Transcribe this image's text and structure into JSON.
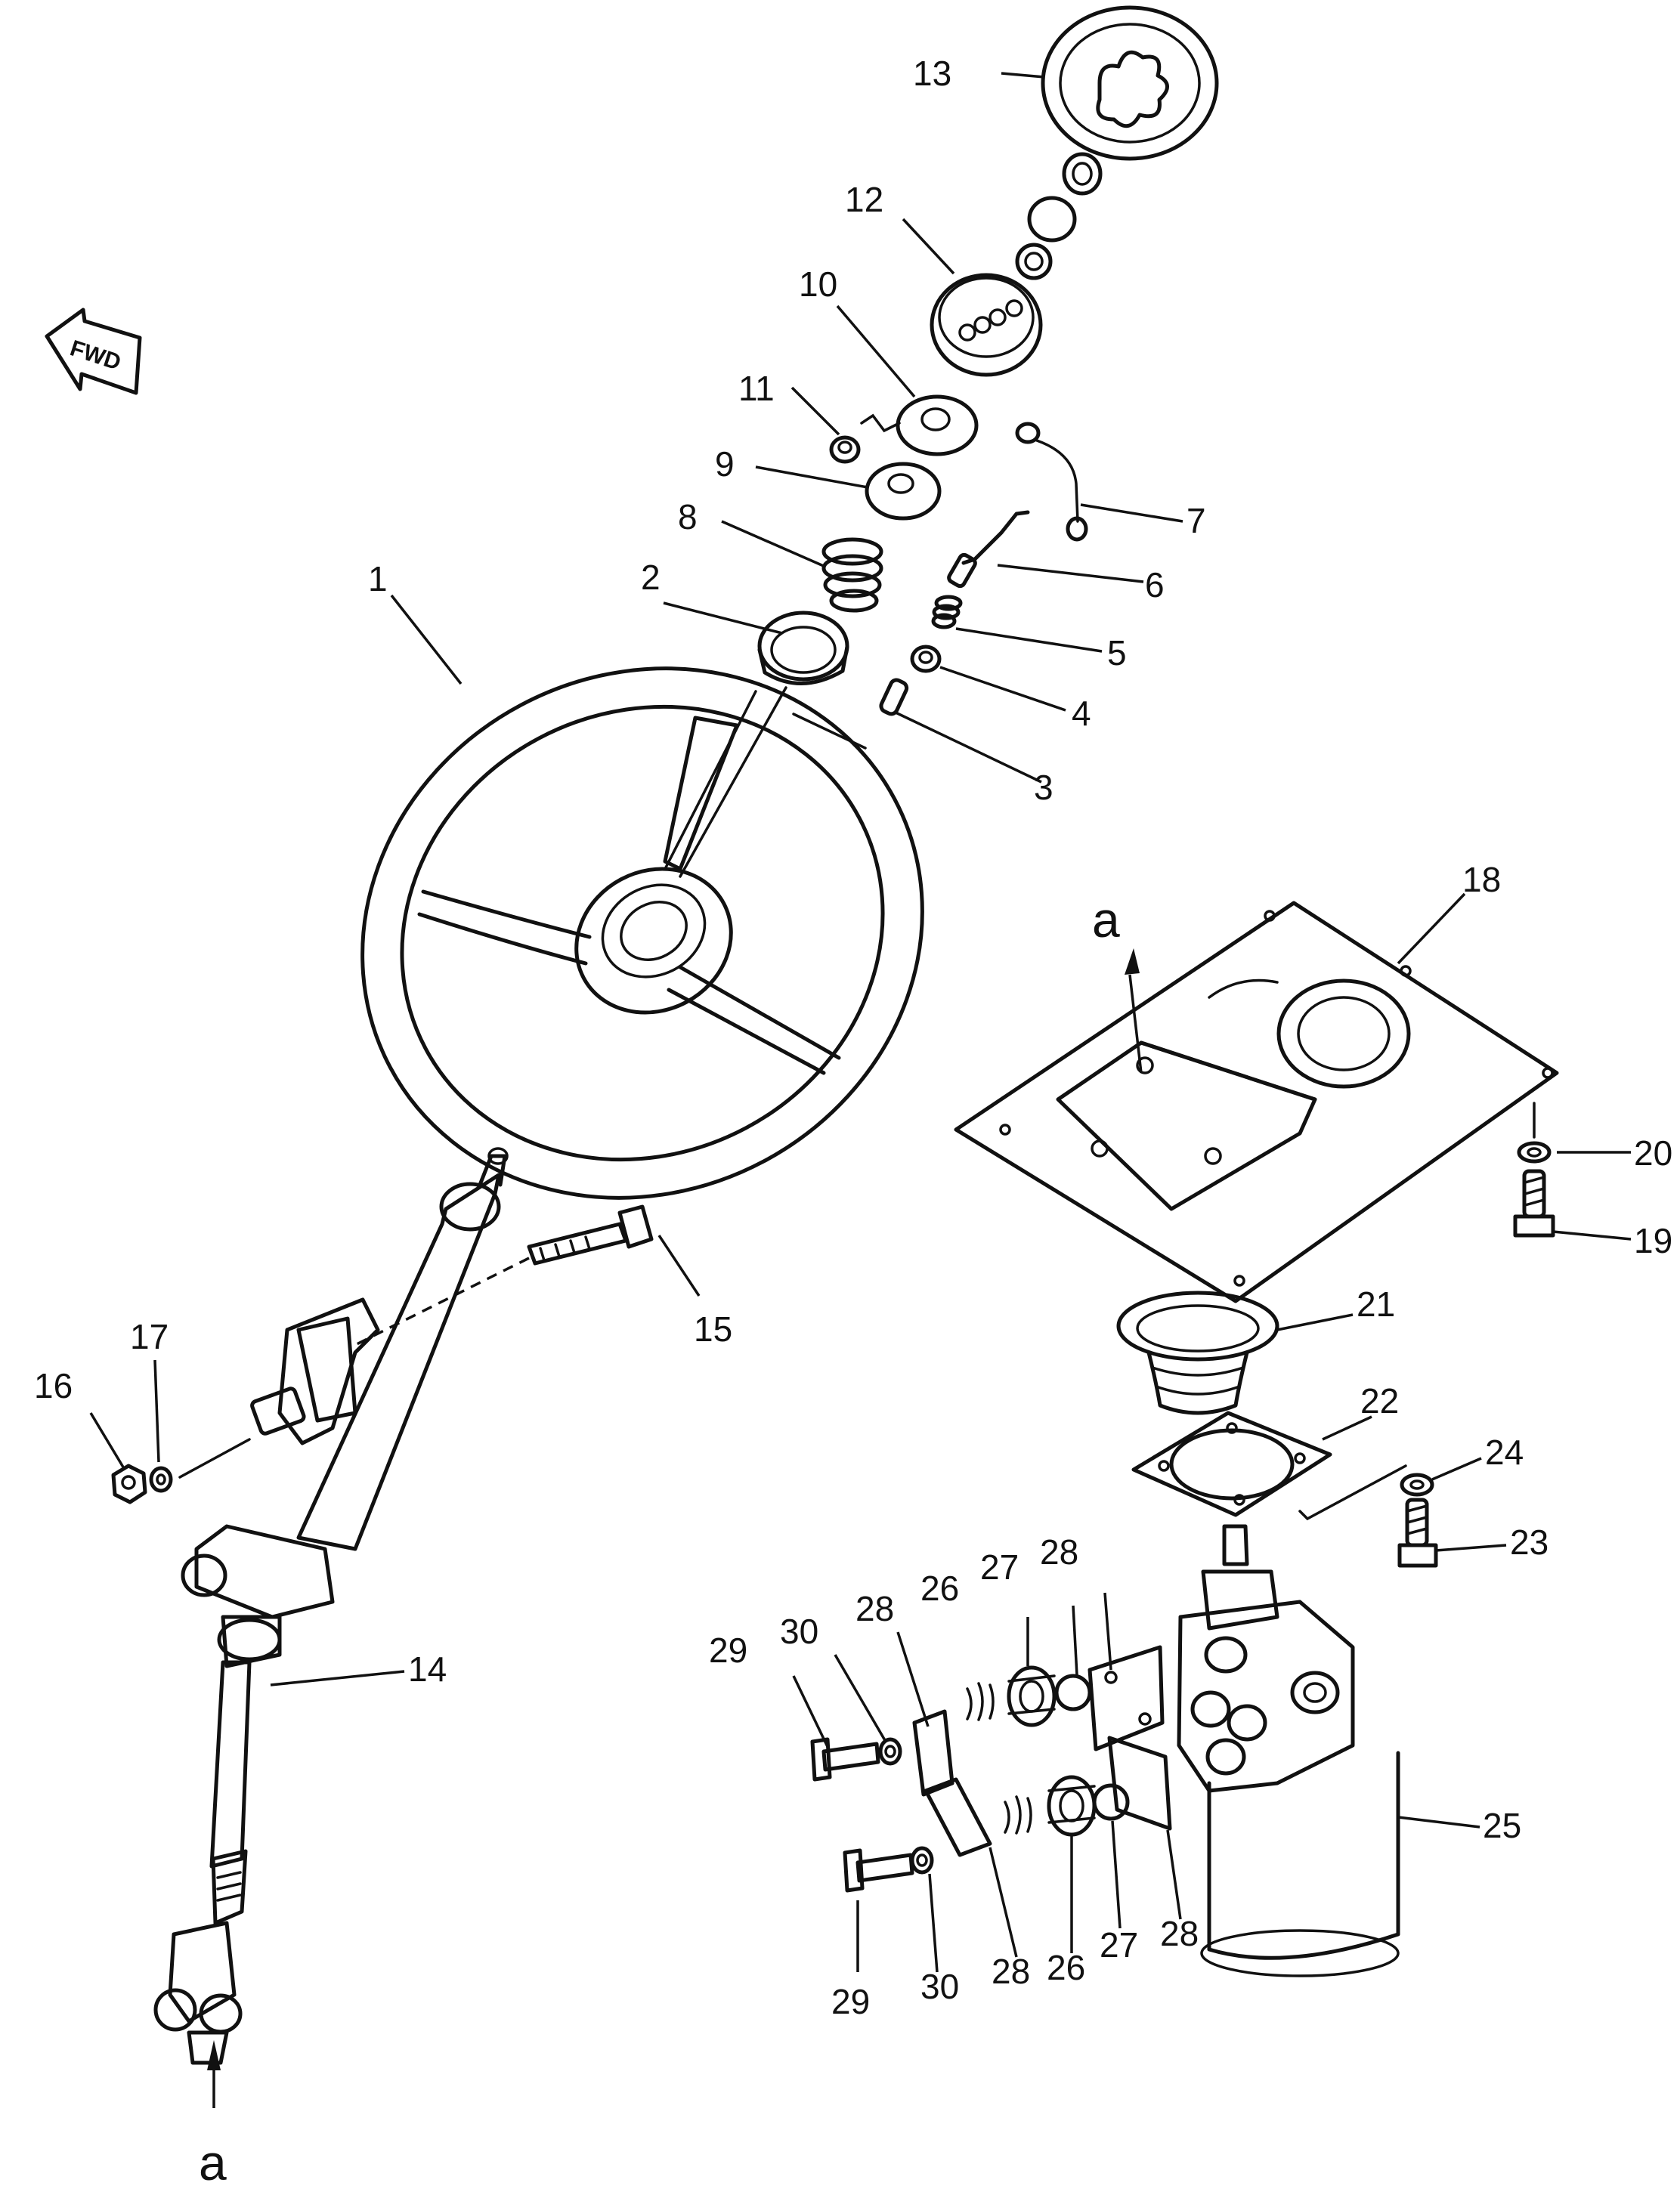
{
  "direction_label": "FWD",
  "view_marks": [
    "a",
    "a"
  ],
  "callouts": {
    "p1": "1",
    "p2": "2",
    "p3": "3",
    "p4": "4",
    "p5": "5",
    "p6": "6",
    "p7": "7",
    "p8": "8",
    "p9": "9",
    "p10": "10",
    "p11": "11",
    "p12": "12",
    "p13": "13",
    "p14": "14",
    "p15": "15",
    "p16": "16",
    "p17": "17",
    "p18": "18",
    "p19": "19",
    "p20": "20",
    "p21": "21",
    "p22": "22",
    "p23": "23",
    "p24": "24",
    "p25": "25",
    "p26a": "26",
    "p26b": "26",
    "p27a": "27",
    "p27b": "27",
    "p28a": "28",
    "p28b": "28",
    "p28c": "28",
    "p28d": "28",
    "p29a": "29",
    "p29b": "29",
    "p30a": "30",
    "p30b": "30"
  }
}
